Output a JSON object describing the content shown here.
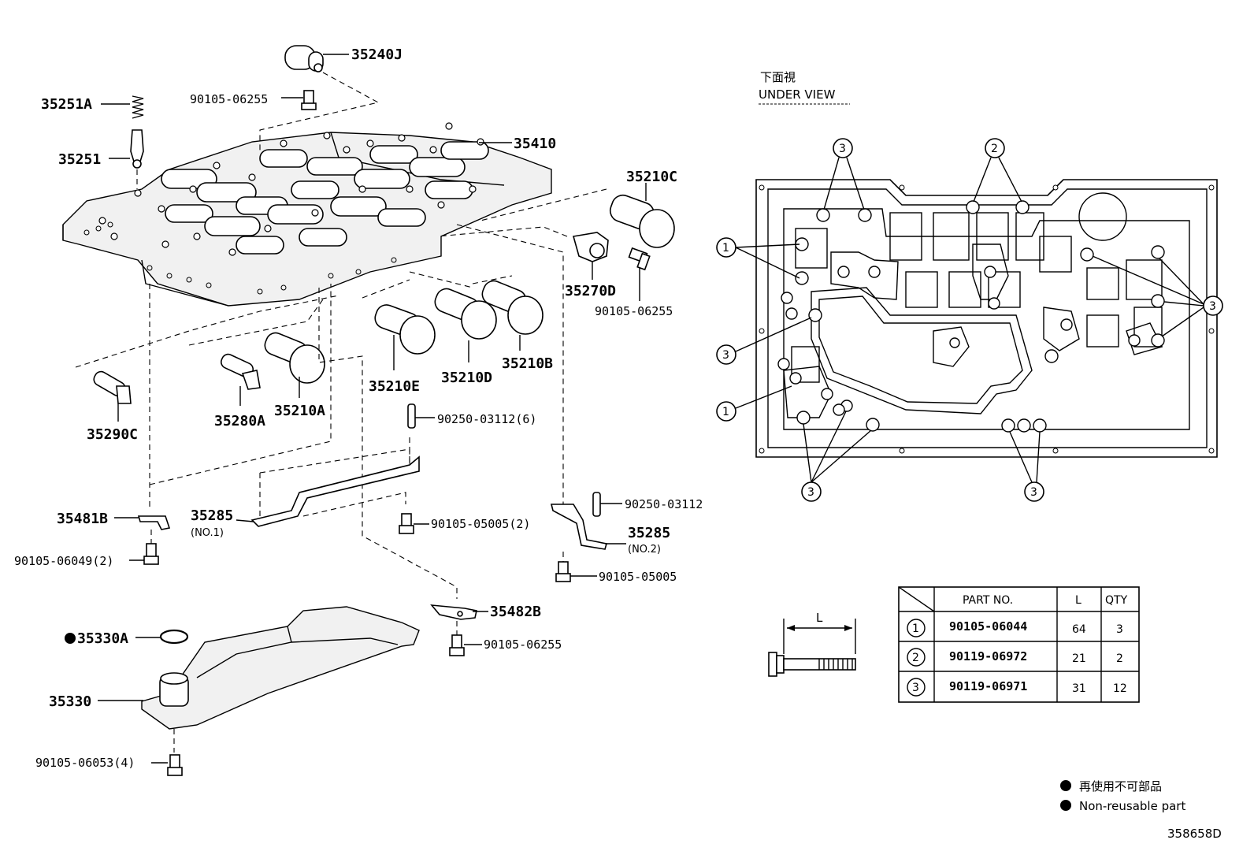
{
  "diagram_id": "358658D",
  "parts": {
    "p35240J": "35240J",
    "p9010506255_top": "90105-06255",
    "p35251A": "35251A",
    "p35251": "35251",
    "p35410": "35410",
    "p35210C": "35210C",
    "p35270D": "35270D",
    "p9010506255_mid": "90105-06255",
    "p35210B": "35210B",
    "p35210D": "35210D",
    "p35210E": "35210E",
    "p35210A": "35210A",
    "p35280A": "35280A",
    "p35290C": "35290C",
    "p9025003112_6": "90250-03112(6)",
    "p35481B": "35481B",
    "p35285_no1": "35285",
    "p35285_no1_sub": "(NO.1)",
    "p9010505005_2": "90105-05005(2)",
    "p9010506049_2": "90105-06049(2)",
    "p9025003112": "90250-03112",
    "p35285_no2": "35285",
    "p35285_no2_sub": "(NO.2)",
    "p9010505005": "90105-05005",
    "p35482B": "35482B",
    "p35330A": "35330A",
    "p9010506255_low": "90105-06255",
    "p35330": "35330",
    "p9010506053_4": "90105-06053(4)"
  },
  "under_view": {
    "title_jp": "下面視",
    "title_en": "UNDER VIEW",
    "callout_1": "1",
    "callout_2": "2",
    "callout_3": "3"
  },
  "bolt_dim_label": "L",
  "table": {
    "headers": [
      "PART NO.",
      "L",
      "QTY"
    ],
    "rows": [
      {
        "ref": "1",
        "part_no": "90105-06044",
        "l": "64",
        "qty": "3"
      },
      {
        "ref": "2",
        "part_no": "90119-06972",
        "l": "21",
        "qty": "2"
      },
      {
        "ref": "3",
        "part_no": "90119-06971",
        "l": "31",
        "qty": "12"
      }
    ]
  },
  "legend": {
    "jp": "再使用不可部品",
    "en": "Non-reusable part"
  }
}
